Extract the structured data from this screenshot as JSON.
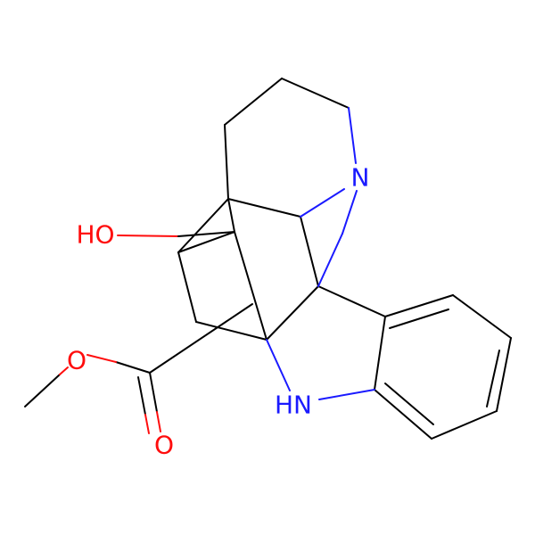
{
  "molecule": {
    "atoms": {
      "N_tertiary": {
        "label": "N",
        "color": "#1a1aff"
      },
      "N_indoline": {
        "label": "HN",
        "color": "#1a1aff"
      },
      "O_hydroxyl": {
        "label": "HO",
        "color": "#ff0d0d"
      },
      "O_ester": {
        "label": "O",
        "color": "#ff0d0d"
      },
      "O_carbonyl": {
        "label": "O",
        "color": "#ff0d0d"
      }
    },
    "colors": {
      "carbon_bond": "#000000",
      "nitrogen": "#1a1aff",
      "oxygen": "#ff0d0d",
      "background": "#ffffff"
    }
  }
}
